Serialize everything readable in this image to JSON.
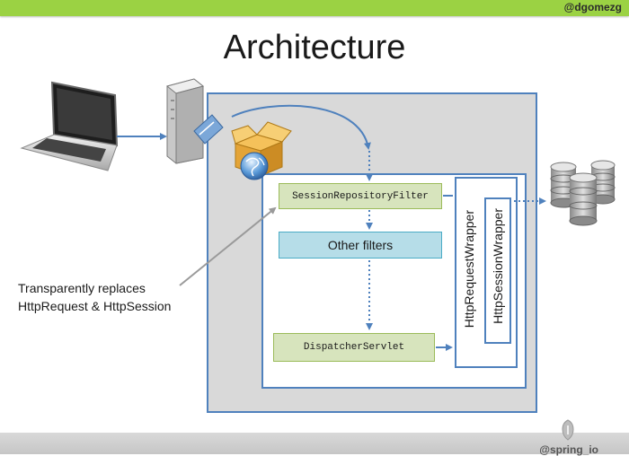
{
  "header": {
    "handle": "@dgomezg",
    "bar_color": "#9bd243"
  },
  "slide": {
    "title": "Architecture"
  },
  "diagram": {
    "filters": {
      "session_repository_filter": "SessionRepositoryFilter",
      "other_filters": "Other filters",
      "dispatcher_servlet": "DispatcherServlet"
    },
    "wrappers": {
      "request": "HttpRequestWrapper",
      "session": "HttpSessionWrapper"
    },
    "note": {
      "line1": "Transparently replaces",
      "line2": "HttpRequest & HttpSession"
    },
    "icons": [
      "laptop-icon",
      "server-icon",
      "package-icon",
      "globe-icon",
      "database-icon"
    ],
    "colors": {
      "accent": "#4f81bd",
      "filter_green": "#d7e4bd",
      "filter_blue": "#b6dde8"
    }
  },
  "footer": {
    "brand": "@spring_io"
  }
}
